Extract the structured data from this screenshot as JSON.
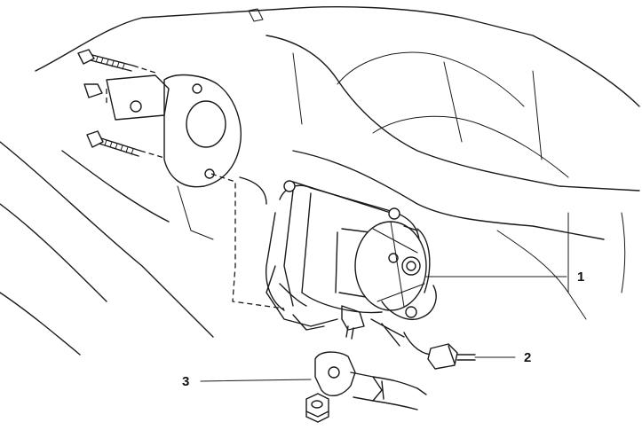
{
  "callouts": [
    {
      "label": "1",
      "part": "starter-motor"
    },
    {
      "label": "2",
      "part": "connector"
    },
    {
      "label": "3",
      "part": "terminal-nut-and-cable"
    }
  ],
  "colors": {
    "line": "#1a1a1a",
    "background": "#ffffff"
  }
}
